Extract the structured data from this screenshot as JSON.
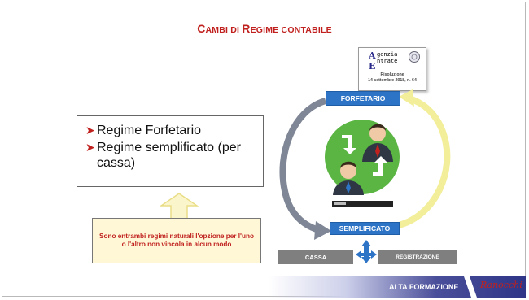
{
  "title": {
    "first_c": "C",
    "rest1": "AMBI DI ",
    "first_r": "R",
    "rest2": "EGIME CONTABILE"
  },
  "regimes_list": [
    {
      "label": "Regime Forfetario"
    },
    {
      "label": "Regime semplificato (per cassa)"
    }
  ],
  "note": "Sono entrambi regimi naturali l'opzione per l'uno o l'altro non vincola in alcun modo",
  "document": {
    "agency_line1": "genzia",
    "agency_line2": "ntrate",
    "caption_line1": "Risoluzione",
    "caption_line2": "14 settembre 2018, n. 64"
  },
  "diagram": {
    "top_label": "FORFETARIO",
    "bottom_label": "SEMPLIFICATO",
    "left_method": "CASSA",
    "right_method": "REGISTRAZIONE"
  },
  "footer": {
    "alta_formazione": "ALTA FORMAZIONE",
    "brand": "Ranocchi"
  },
  "colors": {
    "accent_red": "#c0211f",
    "label_blue": "#2e74c6",
    "circle_green": "#5bb543",
    "arrow_yellow": "#f3ef9c",
    "arrow_gray": "#8f95a5"
  }
}
